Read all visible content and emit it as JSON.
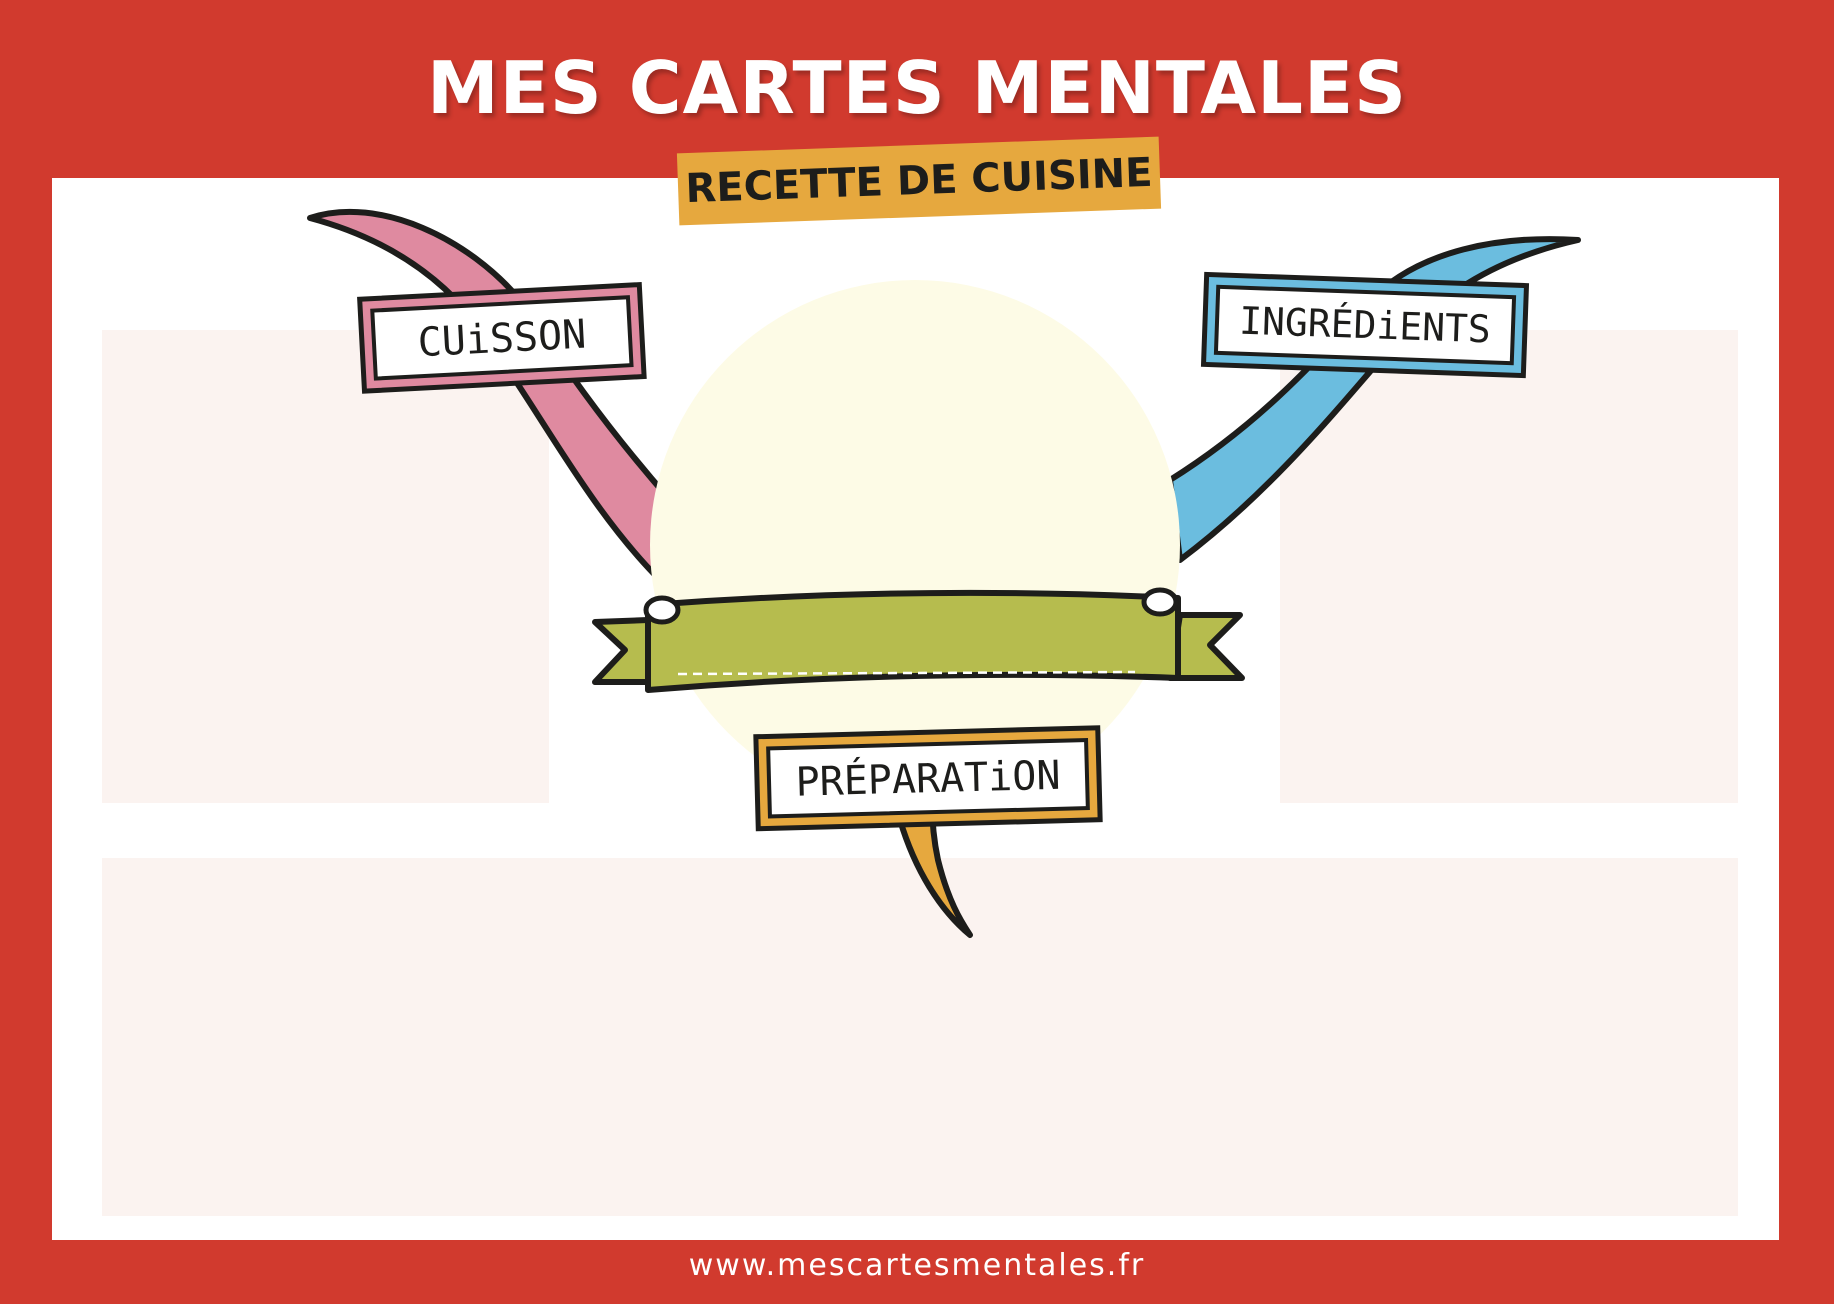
{
  "header": {
    "title": "MES CARTES MENTALES",
    "subtitle": "RECETTE DE CUISINE"
  },
  "branches": {
    "cuisson": {
      "label": "CUiSSON",
      "color": "#df8aa0"
    },
    "ingredients": {
      "label": "INGRÉDiENTS",
      "color": "#6bbddf"
    },
    "preparation": {
      "label": "PRÉPARATiON",
      "color": "#e6a83e"
    }
  },
  "center": {
    "circle_color": "#fdfbe6",
    "ribbon_color": "#b6bc4e"
  },
  "footer": {
    "website": "www.mescartesmentales.fr"
  },
  "colors": {
    "frame": "#d13a2e",
    "zone": "#fbf3f0",
    "outline": "#1d1d1b"
  }
}
